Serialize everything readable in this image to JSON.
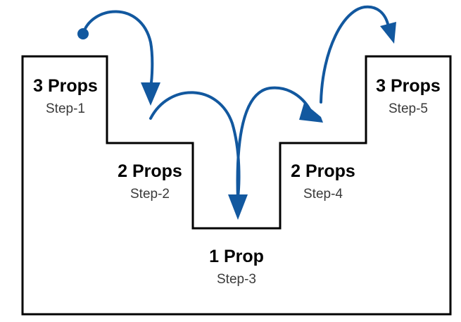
{
  "diagram": {
    "steps": [
      {
        "props": "3 Props",
        "step": "Step-1"
      },
      {
        "props": "2 Props",
        "step": "Step-2"
      },
      {
        "props": "1 Prop",
        "step": "Step-3"
      },
      {
        "props": "2 Props",
        "step": "Step-4"
      },
      {
        "props": "3 Props",
        "step": "Step-5"
      }
    ],
    "colors": {
      "outline": "#000000",
      "arrow": "#12589f"
    }
  }
}
